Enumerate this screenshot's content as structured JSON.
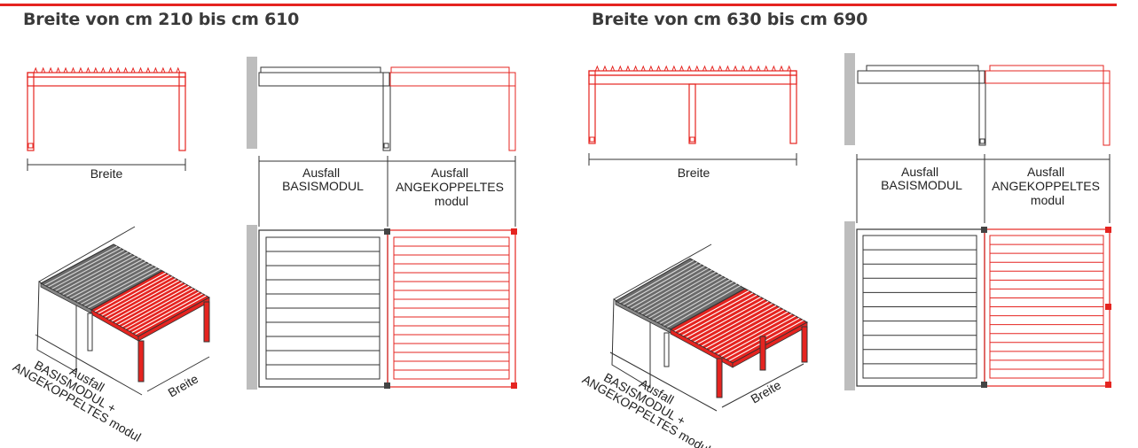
{
  "colors": {
    "accent": "#e52420",
    "line": "#333333",
    "wall": "#bdbdbd",
    "slat_dark": "#555555"
  },
  "sections": [
    {
      "title": "Breite von cm 210 bis cm 610",
      "front_label": "Breite",
      "col1_label": [
        "Ausfall",
        "BASISMODUL"
      ],
      "col2_label": [
        "Ausfall",
        "ANGEKOPPELTES",
        "modul"
      ],
      "iso_depth_label": [
        "Ausfall",
        "BASISMODUL +",
        "ANGEKOPPELTES modul"
      ],
      "iso_width_label": "Breite"
    },
    {
      "title": "Breite von cm 630 bis cm 690",
      "front_label": "Breite",
      "col1_label": [
        "Ausfall",
        "BASISMODUL"
      ],
      "col2_label": [
        "Ausfall",
        "ANGEKOPPELTES",
        "modul"
      ],
      "iso_depth_label": [
        "Ausfall",
        "BASISMODUL +",
        "ANGEKOPPELTES modul"
      ],
      "iso_width_label": "Breite"
    }
  ]
}
